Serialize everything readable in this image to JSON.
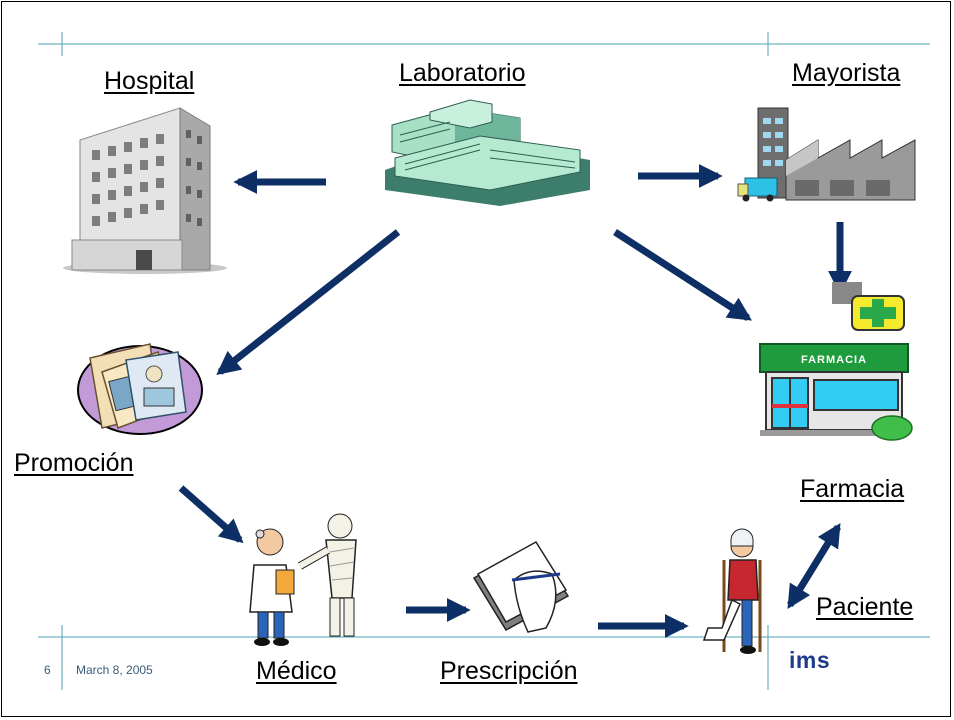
{
  "nodes": {
    "hospital": "Hospital",
    "laboratorio": "Laboratorio",
    "mayorista": "Mayorista",
    "promocion": "Promoción",
    "medico": "Médico",
    "prescripcion": "Prescripción",
    "paciente": "Paciente",
    "farmacia": "Farmacia"
  },
  "pharmacy_sign": "FARMACIA",
  "footer": {
    "page_number": "6",
    "date": "March 8, 2005",
    "logo": "ims"
  },
  "colors": {
    "arrow": "#0d2f66",
    "rule": "#4fa3b5",
    "pharmacy_green": "#1e9b3c",
    "cross_yellow": "#f5ea2c",
    "pharmacy_cyan": "#33ccf2"
  }
}
